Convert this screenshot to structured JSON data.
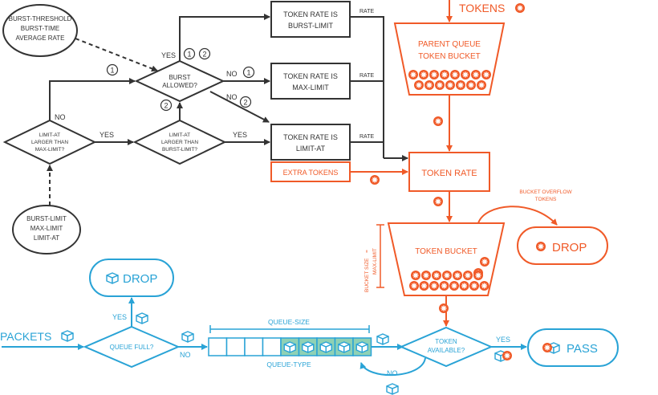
{
  "colors": {
    "dark": "#333333",
    "orange": "#f05a28",
    "blue": "#29a3d6",
    "green": "#8fd1b5"
  },
  "icons": [
    "token-icon",
    "package-icon",
    "circled-number-icon"
  ],
  "dark": {
    "burst_threshold": [
      "BURST-THRESHOLD",
      "BURST-TIME",
      "AVERAGE RATE"
    ],
    "burst_allowed": [
      "BURST",
      "ALLOWED?"
    ],
    "limit_at_larger_max": [
      "LIMIT-AT",
      "LARGER THAN",
      "MAX-LIMIT?"
    ],
    "limit_at_larger_burst": [
      "LIMIT-AT",
      "LARGER THAN",
      "BURST-LIMIT?"
    ],
    "limits_ellipse": [
      "BURST-LIMIT",
      "MAX-LIMIT",
      "LIMIT-AT"
    ],
    "rate_burst": [
      "TOKEN RATE IS",
      "BURST-LIMIT"
    ],
    "rate_max": [
      "TOKEN RATE IS",
      "MAX-LIMIT"
    ],
    "rate_limit_at": [
      "TOKEN RATE IS",
      "LIMIT-AT"
    ],
    "rate_label": "RATE",
    "yes": "YES",
    "no": "NO",
    "n1": "1",
    "n2": "2"
  },
  "orange": {
    "tokens": "TOKENS",
    "parent": [
      "PARENT QUEUE",
      "TOKEN BUCKET"
    ],
    "extra_tokens": "EXTRA TOKENS",
    "token_rate": "TOKEN RATE",
    "overflow": [
      "BUCKET OVERFLOW",
      "TOKENS"
    ],
    "drop": "DROP",
    "token_bucket": "TOKEN BUCKET",
    "bucket_size": [
      "BUCKET SIZE",
      "=",
      "MAX-LIMIT"
    ]
  },
  "blue": {
    "drop": "DROP",
    "packets": "PACKETS",
    "queue_full": "QUEUE FULL?",
    "queue_size": "QUEUE-SIZE",
    "queue_type": "QUEUE-TYPE",
    "token_available": [
      "TOKEN",
      "AVAILABLE?"
    ],
    "pass": "PASS",
    "yes": "YES",
    "no": "NO"
  }
}
